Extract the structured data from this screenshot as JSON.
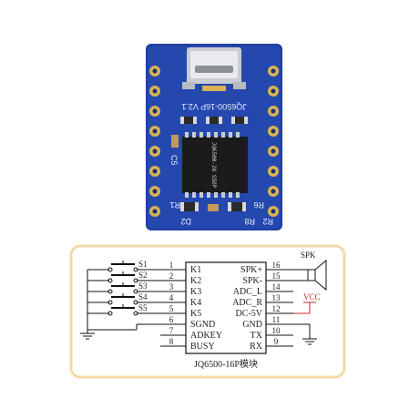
{
  "board": {
    "silkscreen": "JQ6500-16P V2.1",
    "chip_marking": "JQ6500-28 SSOP",
    "labels": {
      "c5": "C5",
      "r1": "R1",
      "r6": "R6",
      "d2": "D2",
      "r8": "R8",
      "r2": "R2"
    }
  },
  "schematic": {
    "caption": "JQ6500-16P模块",
    "speaker_label": "SPK",
    "vcc_label": "VCC",
    "chip_left": [
      "K1",
      "K2",
      "K3",
      "K4",
      "K5",
      "SGND",
      "ADKEY",
      "BUSY"
    ],
    "chip_right": [
      "SPK+",
      "SPK-",
      "ADC_L",
      "ADC_R",
      "DC-5V",
      "GND",
      "TX",
      "RX"
    ],
    "pins_left": [
      "1",
      "2",
      "3",
      "4",
      "5",
      "6",
      "7",
      "8"
    ],
    "pins_right": [
      "16",
      "15",
      "14",
      "13",
      "12",
      "11",
      "10",
      "9"
    ],
    "switch_labels": [
      "S1",
      "S2",
      "S3",
      "S4",
      "S5"
    ]
  },
  "colors": {
    "pcb": "#1f3fa0",
    "pcb_dark": "#15307e",
    "gold": "#d8b256",
    "red": "#c8262a",
    "frame": "#f4d9a8"
  }
}
